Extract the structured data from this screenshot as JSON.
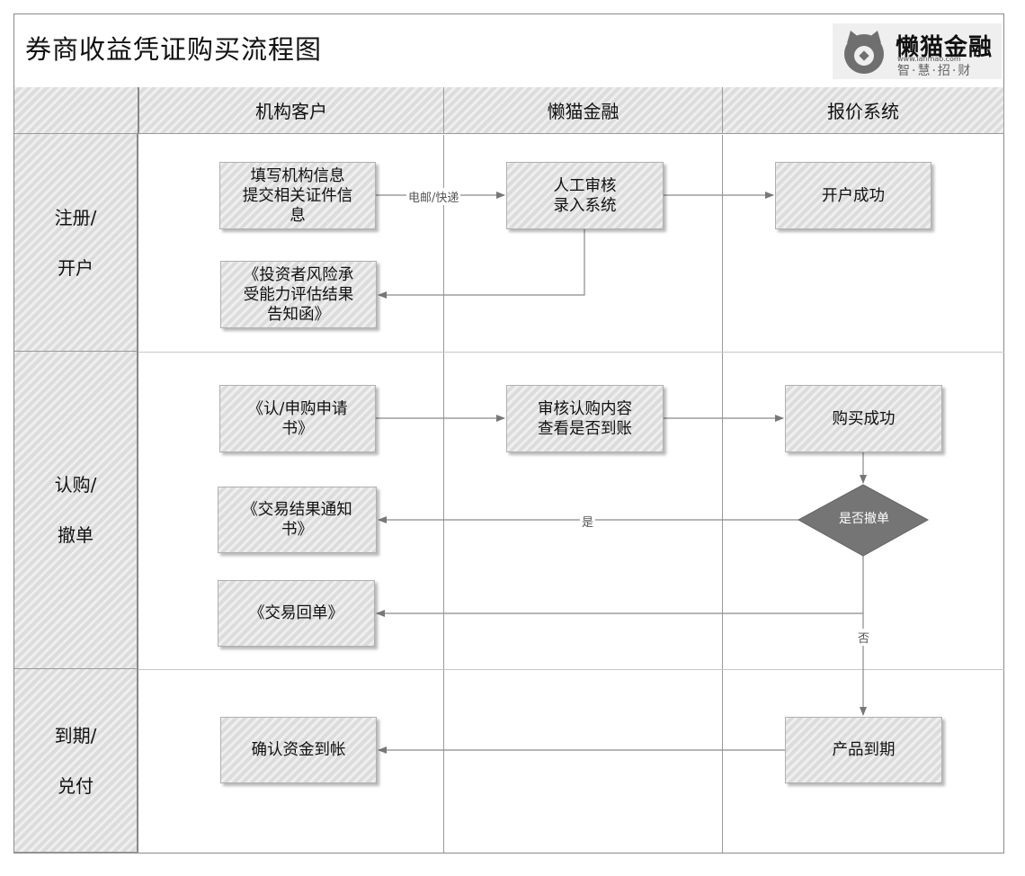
{
  "title": "券商收益凭证购买流程图",
  "logo": {
    "name": "懒猫金融",
    "url": "www.lanmao.com",
    "slogan": "智·慧·招·财"
  },
  "lanes": [
    "机构客户",
    "懒猫金融",
    "报价系统"
  ],
  "phases": [
    "注册/\n开户",
    "认购/\n撤单",
    "到期/\n兑付"
  ],
  "nodes": {
    "fill_info": "填写机构信息\n提交相关证件信\n息",
    "manual_review": "人工审核\n录入系统",
    "account_opened": "开户成功",
    "risk_letter": "《投资者风险承\n受能力评估结果\n告知函》",
    "subscription_form": "《认/申购申请\n书》",
    "review_subscription": "审核认购内容\n查看是否到账",
    "purchase_success": "购买成功",
    "cancel_decision": "是否撤单",
    "trade_result_notice": "《交易结果通知\n书》",
    "trade_receipt": "《交易回单》",
    "product_maturity": "产品到期",
    "confirm_funds": "确认资金到帐"
  },
  "edge_labels": {
    "mail_express": "电邮/快递",
    "yes": "是",
    "no": "否"
  }
}
